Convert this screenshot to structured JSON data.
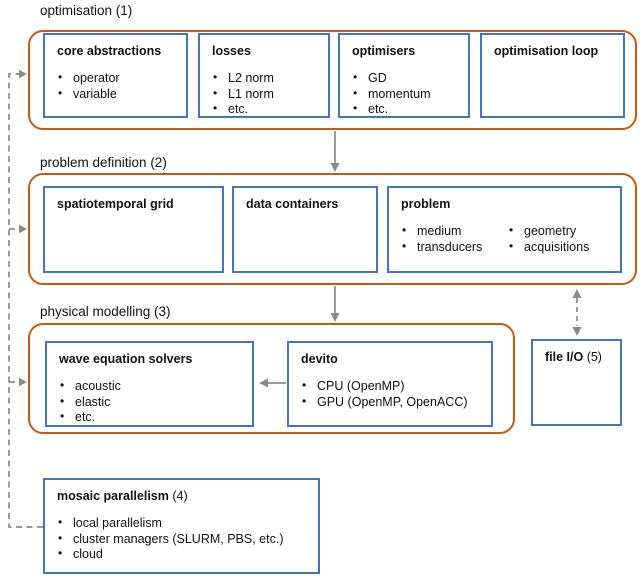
{
  "colors": {
    "group_border": "#C55A11",
    "box_border": "#4472C4",
    "arrow_gray": "#8A8A8A",
    "text": "#111111",
    "background": "#FFFFFF"
  },
  "labels": {
    "optimisation": "optimisation (1)",
    "problem_definition": "problem definition (2)",
    "physical_modelling": "physical modelling (3)"
  },
  "optimisation": {
    "core_abstractions": {
      "title": "core abstractions",
      "items": [
        "operator",
        "variable"
      ]
    },
    "losses": {
      "title": "losses",
      "items": [
        "L2 norm",
        "L1 norm",
        "etc."
      ]
    },
    "optimisers": {
      "title": "optimisers",
      "items": [
        "GD",
        "momentum",
        "etc."
      ]
    },
    "optimisation_loop": {
      "title": "optimisation loop"
    }
  },
  "problem_definition": {
    "spatiotemporal_grid": {
      "title": "spatiotemporal grid"
    },
    "data_containers": {
      "title": "data containers"
    },
    "problem": {
      "title": "problem",
      "col1": [
        "medium",
        "transducers"
      ],
      "col2": [
        "geometry",
        "acquisitions"
      ]
    }
  },
  "physical_modelling": {
    "wave_equation_solvers": {
      "title": "wave equation solvers",
      "items": [
        "acoustic",
        "elastic",
        "etc."
      ]
    },
    "devito": {
      "title": "devito",
      "items": [
        "CPU (OpenMP)",
        "GPU (OpenMP, OpenACC)"
      ]
    }
  },
  "file_io": {
    "title": "file I/O",
    "suffix": "(5)"
  },
  "mosaic_parallelism": {
    "title": "mosaic parallelism",
    "suffix": "(4)",
    "items": [
      "local parallelism",
      "cluster managers (SLURM, PBS, etc.)",
      "cloud"
    ]
  }
}
